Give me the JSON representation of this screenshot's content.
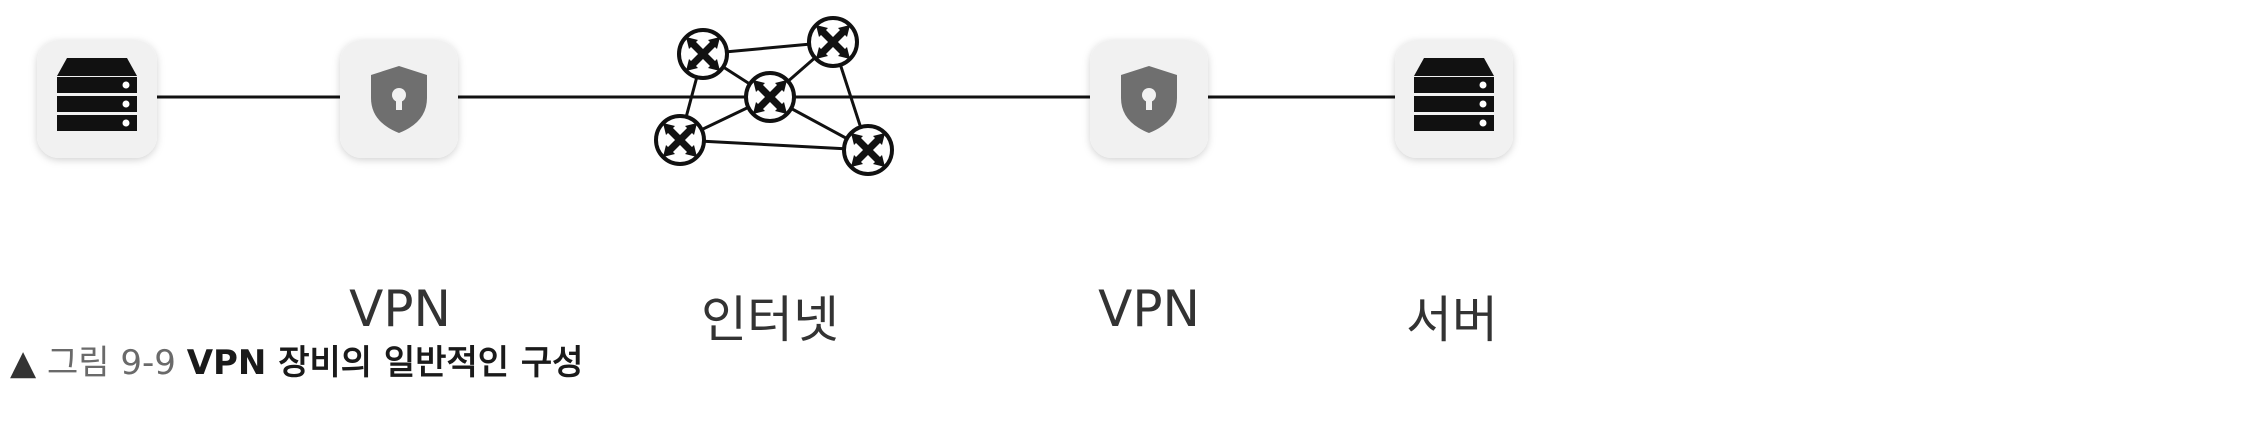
{
  "labels": {
    "vpn_left": "VPN",
    "internet": "인터넷",
    "vpn_right": "VPN",
    "server": "서버"
  },
  "caption": {
    "marker": "▲",
    "figure_label": "그림 9-9",
    "title": "VPN 장비의 일반적인 구성"
  },
  "icons": {
    "left_device": "server-icon",
    "vpn": "shield-lock-icon",
    "router": "router-icon",
    "right_device": "server-icon"
  },
  "colors": {
    "tile_background": "#f1f1f1",
    "shield": "#6f6f6f",
    "line": "#111111"
  }
}
